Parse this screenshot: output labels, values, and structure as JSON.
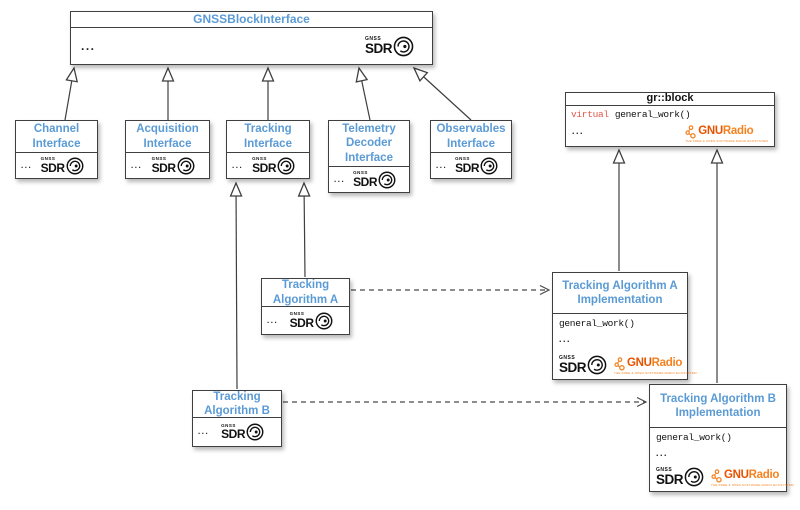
{
  "colors": {
    "title_blue": "#5b9bd5",
    "keyword_red": "#e0564a",
    "gnuradio_orange": "#f58220",
    "border_gray": "#3f3f3f"
  },
  "logos": {
    "sdr_top": "GNSS",
    "sdr_main": "SDR",
    "gnuradio_gnu": "GNU",
    "gnuradio_radio": "Radio",
    "gnuradio_tagline": "THE FREE & OPEN SOFTWARE RADIO ECOSYSTEM"
  },
  "boxes": {
    "gnss_block_interface": {
      "title": "GNSSBlockInterface",
      "ellipsis": "..."
    },
    "channel_interface": {
      "title": "Channel Interface",
      "ellipsis": "..."
    },
    "acquisition_interface": {
      "title": "Acquisition Interface",
      "ellipsis": "..."
    },
    "tracking_interface": {
      "title": "Tracking Interface",
      "ellipsis": "..."
    },
    "telemetry_decoder_interface": {
      "title": "Telemetry Decoder Interface",
      "ellipsis": "..."
    },
    "observables_interface": {
      "title": "Observables Interface",
      "ellipsis": "..."
    },
    "gr_block": {
      "title": "gr::block",
      "keyword": "virtual",
      "method": "general_work()",
      "ellipsis": "..."
    },
    "tracking_algorithm_a": {
      "title": "Tracking Algorithm A",
      "ellipsis": "..."
    },
    "tracking_algorithm_b": {
      "title": "Tracking Algorithm B",
      "ellipsis": "..."
    },
    "tracking_algorithm_a_impl": {
      "title": "Tracking Algorithm A Implementation",
      "method": "general_work()",
      "ellipsis": "..."
    },
    "tracking_algorithm_b_impl": {
      "title": "Tracking Algorithm B Implementation",
      "method": "general_work()",
      "ellipsis": "..."
    }
  }
}
